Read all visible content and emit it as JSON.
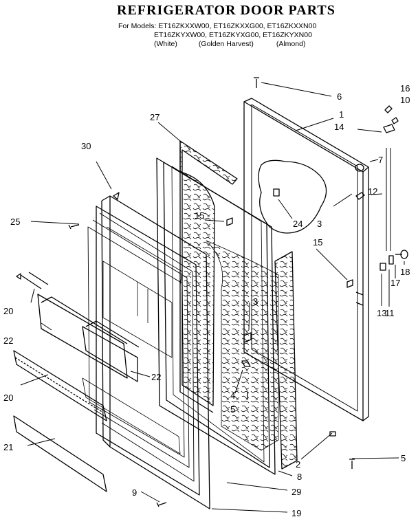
{
  "header": {
    "title": "REFRIGERATOR DOOR PARTS",
    "models_prefix": "For Models:",
    "models_line1": "ET16ZKXXW00, ET16ZKXXG00, ET16ZKXXN00",
    "models_line2": "ET16ZKYXW00, ET16ZKYXG00, ET16ZKYXN00",
    "color_white": "(White)",
    "color_golden": "(Golden Harvest)",
    "color_almond": "(Almond)"
  },
  "callouts": [
    "6",
    "16",
    "10",
    "1",
    "14",
    "7",
    "27",
    "30",
    "12",
    "15",
    "24",
    "25",
    "3",
    "15",
    "18",
    "17",
    "13",
    "11",
    "3",
    "20",
    "22",
    "22",
    "4",
    "5",
    "20",
    "2",
    "5",
    "8",
    "21",
    "9",
    "29",
    "19"
  ]
}
